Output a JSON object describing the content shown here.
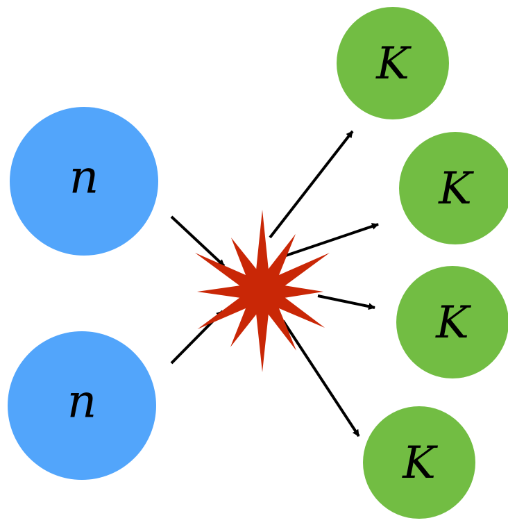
{
  "diagram": {
    "colors": {
      "incoming": "#52a5fb",
      "outgoing": "#72bd43",
      "collision": "#c92706",
      "arrow": "#000000",
      "label": "#000000"
    },
    "icons": {
      "collision": "starburst-icon",
      "arrow": "arrow-icon"
    },
    "incoming": [
      {
        "label": "n"
      },
      {
        "label": "n"
      }
    ],
    "outgoing": [
      {
        "label": "K"
      },
      {
        "label": "K"
      },
      {
        "label": "K"
      },
      {
        "label": "K"
      }
    ]
  }
}
